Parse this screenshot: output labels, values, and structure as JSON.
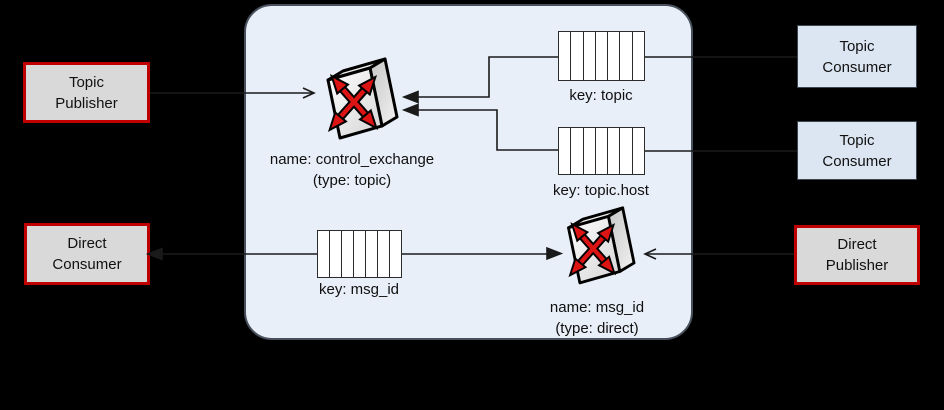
{
  "diagram": {
    "kind": "amqp-messaging-architecture",
    "colors": {
      "background": "#000000",
      "broker_fill": "#e9eff8",
      "broker_border": "#47505c",
      "publisher_fill": "#d9d9d9",
      "publisher_border": "#c00000",
      "consumer_fill": "#dce6f3",
      "consumer_border": "#3c4650",
      "connector_line": "#1a1a1a",
      "exchange_arrow_red": "#dd1414"
    },
    "nodes": {
      "topic_publisher": {
        "label": "Topic\nPublisher"
      },
      "direct_consumer": {
        "label": "Direct\nConsumer"
      },
      "topic_consumer_1": {
        "label": "Topic\nConsumer"
      },
      "topic_consumer_2": {
        "label": "Topic\nConsumer"
      },
      "direct_publisher": {
        "label": "Direct\nPublisher"
      }
    },
    "exchanges": {
      "control_exchange": {
        "label": "name: control_exchange\n(type: topic)"
      },
      "msg_id_exchange": {
        "label": "name: msg_id\n(type: direct)"
      }
    },
    "queues": {
      "topic": {
        "label": "key: topic",
        "cells": 7
      },
      "topic_host": {
        "label": "key: topic.host",
        "cells": 7
      },
      "msg_id": {
        "label": "key: msg_id",
        "cells": 7
      }
    }
  }
}
